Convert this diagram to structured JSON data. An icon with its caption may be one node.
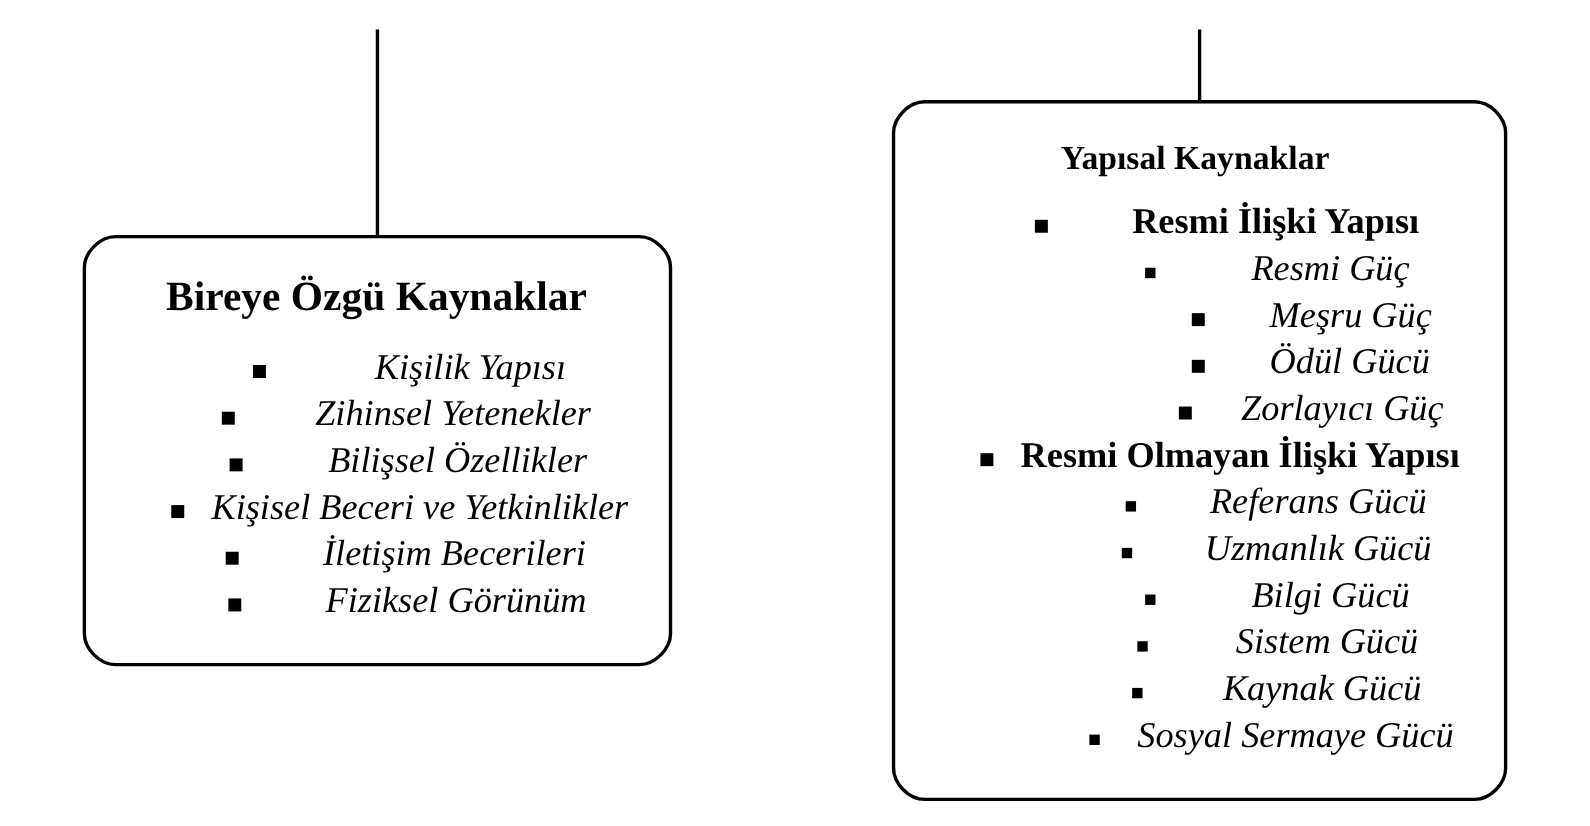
{
  "diagram": {
    "nodes": [
      {
        "text": [
          "Bireye Özgü Kaynaklar",
          "Kişilik Yapısı",
          "Zihinsel Yetenekler",
          "Bilişsel Özellikler",
          "Kişisel Beceri ve Yetkinlikler",
          "İletişim Becerileri",
          "Fiziksel Görünüm"
        ]
      },
      {
        "text": [
          "Yapısal Kaynaklar",
          "Resmi İlişki Yapısı",
          "Resmi Güç",
          "Meşru Güç",
          "Ödül Gücü",
          "Zorlayıcı Güç",
          "Resmi Olmayan İlişki Yapısı",
          "Referans Gücü",
          "Uzmanlık Gücü",
          "Bilgi Gücü",
          "Sistem Gücü",
          "Kaynak Gücü",
          "Sosyal Sermaye Gücü"
        ]
      }
    ],
    "edges": [
      {
        "from": null,
        "to": 0,
        "arrow": "none"
      },
      {
        "from": null,
        "to": 1,
        "arrow": "none"
      }
    ]
  }
}
